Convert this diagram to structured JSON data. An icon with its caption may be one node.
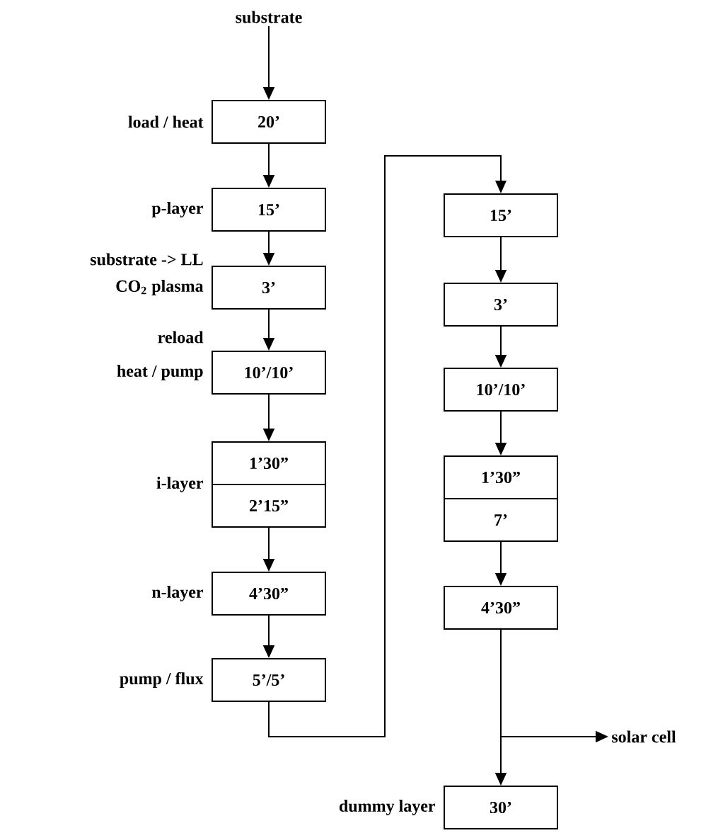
{
  "diagram": {
    "nodes": [
      {
        "text": [
          "substrate"
        ]
      },
      {
        "text": [
          "20’"
        ],
        "beside": [
          "load / heat"
        ]
      },
      {
        "text": [
          "15’"
        ],
        "beside": [
          "p-layer"
        ]
      },
      {
        "text": [
          "3’"
        ],
        "beside": [
          "CO$_{2}$ plasma"
        ]
      },
      {
        "text": [
          "10’/10’"
        ],
        "beside": [
          "heat / pump"
        ]
      },
      {
        "text": [
          "1’30”"
        ],
        "beside": [
          "i-layer"
        ]
      },
      {
        "text": [
          "2’15”"
        ]
      },
      {
        "text": [
          "4’30”"
        ],
        "beside": [
          "n-layer"
        ]
      },
      {
        "text": [
          "5’/5’"
        ],
        "beside": [
          "pump / flux"
        ]
      },
      {
        "text": [
          "15’"
        ]
      },
      {
        "text": [
          "3’"
        ]
      },
      {
        "text": [
          "10’/10’"
        ]
      },
      {
        "text": [
          "1’30”"
        ]
      },
      {
        "text": [
          "7’"
        ]
      },
      {
        "text": [
          "4’30”"
        ]
      },
      {
        "text": [
          "solar cell"
        ]
      },
      {
        "text": [
          "30’"
        ],
        "beside": [
          "dummy layer"
        ]
      }
    ],
    "edges": [
      {
        "from": 0,
        "to": 1,
        "arrow": "to"
      },
      {
        "from": 1,
        "to": 2,
        "arrow": "to"
      },
      {
        "from": 2,
        "to": 3,
        "arrow": "to",
        "label": "substrate -> LL"
      },
      {
        "from": 3,
        "to": 4,
        "arrow": "to",
        "label": "reload"
      },
      {
        "from": 4,
        "to": 5,
        "arrow": "to"
      },
      {
        "from": 6,
        "to": 7,
        "arrow": "to"
      },
      {
        "from": 7,
        "to": 8,
        "arrow": "to"
      },
      {
        "from": 8,
        "to": 9,
        "arrow": "to"
      },
      {
        "from": 9,
        "to": 10,
        "arrow": "to"
      },
      {
        "from": 10,
        "to": 11,
        "arrow": "to"
      },
      {
        "from": 11,
        "to": 12,
        "arrow": "to"
      },
      {
        "from": 13,
        "to": 14,
        "arrow": "to"
      },
      {
        "from": 14,
        "to": 15,
        "arrow": "to"
      },
      {
        "from": 14,
        "to": 16,
        "arrow": "to"
      }
    ]
  }
}
